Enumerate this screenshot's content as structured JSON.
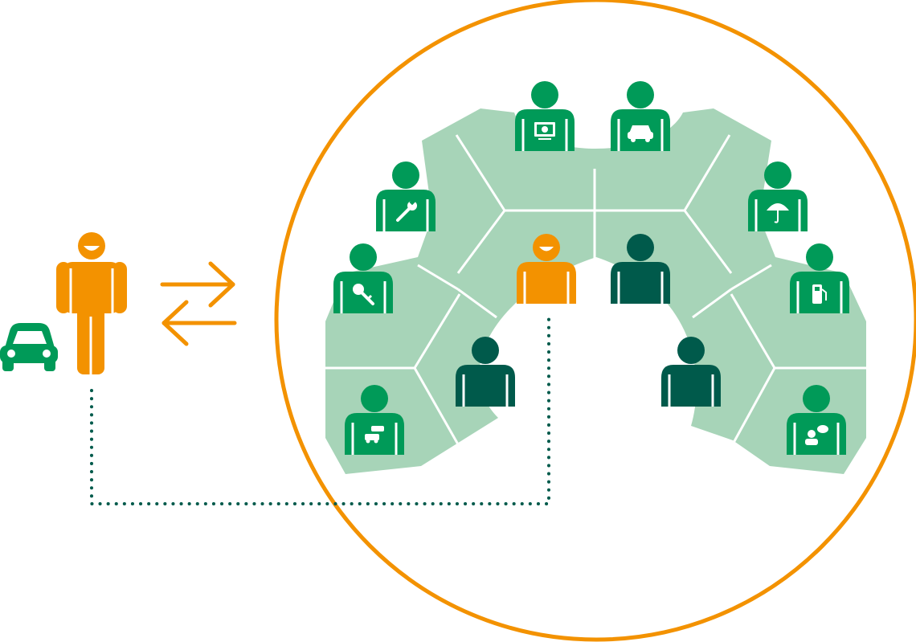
{
  "colors": {
    "background": "#ffffff",
    "orange": "#F39200",
    "green": "#009A58",
    "dark_green": "#005A4B",
    "table_green": "#A7D4B8",
    "white": "#ffffff"
  },
  "icons": {
    "customer": "person-icon",
    "customer_car": "car-icon",
    "exchange": "exchange-arrows-icon",
    "connector": "dotted-connector",
    "boundary": "organization-circle",
    "desk": "round-table"
  },
  "specialists": [
    {
      "id": "dealer-top",
      "icon": "car-icon",
      "color": "green"
    },
    {
      "id": "insurance",
      "icon": "umbrella-icon",
      "color": "green"
    },
    {
      "id": "fuel",
      "icon": "fuel-pump-icon",
      "color": "green"
    },
    {
      "id": "consulting",
      "icon": "chat-person-icon",
      "color": "green"
    },
    {
      "id": "analytics",
      "icon": "monitor-chart-icon",
      "color": "green"
    },
    {
      "id": "repair",
      "icon": "wrench-icon",
      "color": "green"
    },
    {
      "id": "keys",
      "icon": "key-icon",
      "color": "green"
    },
    {
      "id": "fleet",
      "icon": "cars-icon",
      "color": "green"
    },
    {
      "id": "contact-person",
      "icon": "smile-icon",
      "color": "orange"
    },
    {
      "id": "team-1",
      "icon": "",
      "color": "dark_green"
    },
    {
      "id": "team-2",
      "icon": "",
      "color": "dark_green"
    },
    {
      "id": "team-3",
      "icon": "",
      "color": "dark_green"
    }
  ]
}
